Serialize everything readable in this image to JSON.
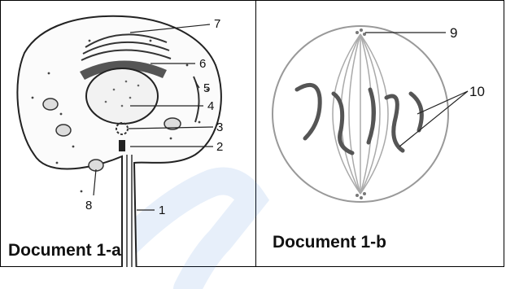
{
  "document_a": {
    "caption": "Document 1-a",
    "labels": [
      "1",
      "2",
      "3",
      "4",
      "5",
      "6",
      "7",
      "8"
    ]
  },
  "document_b": {
    "caption": "Document 1-b",
    "labels": [
      "9",
      "10"
    ]
  },
  "colors": {
    "line": "#333333",
    "watermark": "#3d7bd9"
  }
}
